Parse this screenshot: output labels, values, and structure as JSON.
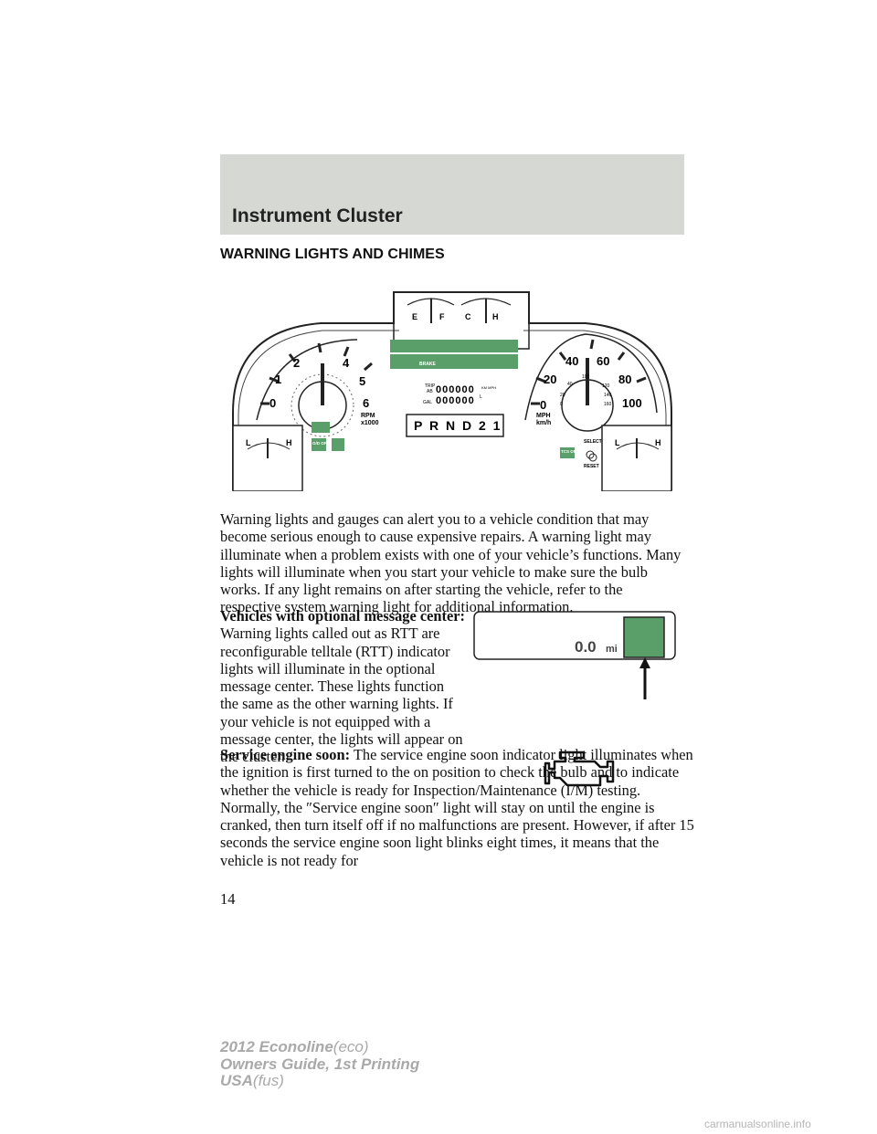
{
  "header": {
    "section_title": "Instrument Cluster"
  },
  "page": {
    "heading": "WARNING LIGHTS AND CHIMES",
    "number": "14"
  },
  "cluster_figure": {
    "fuel_gauge": {
      "empty": "E",
      "full": "F"
    },
    "temp_gauge": {
      "cold": "C",
      "hot": "H"
    },
    "tach_numbers": [
      "0",
      "1",
      "2",
      "4",
      "5",
      "6"
    ],
    "tach_unit": "RPM",
    "tach_multiplier": "x1000",
    "speed_numbers": [
      "0",
      "20",
      "40",
      "60",
      "80",
      "100"
    ],
    "speed_unit_primary": "MPH",
    "speed_unit_secondary": "km/h",
    "kmh_numbers": [
      "0",
      "20",
      "40",
      "60",
      "100",
      "120",
      "140",
      "160"
    ],
    "left_small_gauge": {
      "low": "L",
      "high": "H"
    },
    "right_small_gauge": {
      "low": "L",
      "high": "H"
    },
    "odometer_trip_label": "TRIP",
    "odometer_a_label": "AB",
    "odometer_digits": "000000",
    "odometer_units": "KM MPH",
    "fuel_digits": "000000",
    "fuel_label": "GAL",
    "fuel_unit": "L",
    "prnd": "P  R N D 2 1",
    "od_off": "O/D OFF",
    "tcs_off": "TCS OFF",
    "select_label": "SELECT",
    "reset_label": "RESET",
    "brake_label": "BRAKE"
  },
  "paragraph1": "Warning lights and gauges can alert you to a vehicle condition that may become serious enough to cause expensive repairs. A warning light may illuminate when a problem exists with one of your vehicle’s functions. Many lights will illuminate when you start your vehicle to make sure the bulb works. If any light remains on after starting the vehicle, refer to the respective system warning light for additional information.",
  "message_center": {
    "lead": "Vehicles with optional message center:",
    "text": "Warning lights called out as RTT are reconfigurable telltale (RTT) indicator lights will illuminate in the optional message center. These lights function the same as the other warning lights. If your vehicle is not equipped with a message center, the lights will appear on the cluster.",
    "display_value": "0.0",
    "display_unit": "mi"
  },
  "service_engine": {
    "lead": "Service engine soon:",
    "text": "The service engine soon indicator light illuminates when the ignition is first turned to the on position to check the bulb and to indicate whether the vehicle is ready for Inspection/Maintenance (I/M) testing. Normally, the ″Service engine soon″ light will stay on until the engine is cranked, then turn itself off if no malfunctions are present. However, if after 15 seconds the service engine soon light blinks eight times, it means that the vehicle is not ready for"
  },
  "footer": {
    "model": "2012 Econoline",
    "model_code": "(eco)",
    "guide": "Owners Guide, 1st Printing",
    "market": "USA",
    "market_code": "(fus)"
  },
  "watermark": "carmanualsonline.info",
  "colors": {
    "telltale_green": "#5a9e6a",
    "header_band": "#d6d8d4",
    "footer_gray": "#a9a9a9"
  }
}
